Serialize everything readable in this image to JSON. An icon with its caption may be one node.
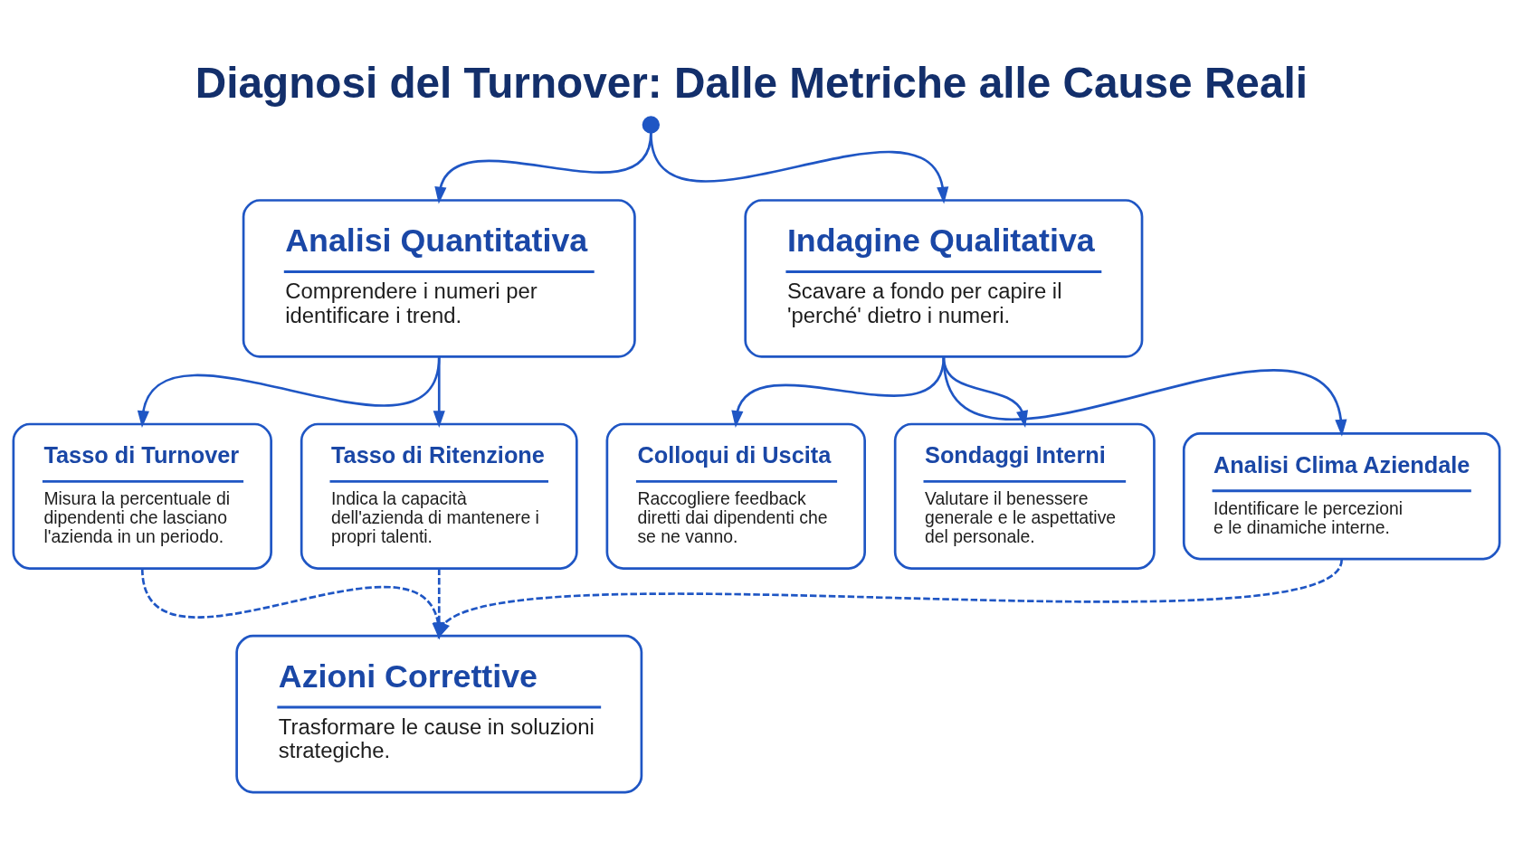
{
  "diagram": {
    "title": "Diagnosi del Turnover: Dalle Metriche alle Cause Reali",
    "nodes": [
      {
        "text": [],
        "shape": "circle"
      },
      {
        "text": [
          "Analisi Quantitativa",
          "Comprendere i numeri per identificare i trend."
        ]
      },
      {
        "text": [
          "Indagine Qualitativa",
          "Scavare a fondo per capire il 'perché' dietro i numeri."
        ]
      },
      {
        "text": [
          "Tasso di Turnover",
          "Misura la percentuale di dipendenti che lasciano l'azienda in un periodo."
        ]
      },
      {
        "text": [
          "Tasso di Ritenzione",
          "Indica la capacità dell'azienda di mantenere i propri talenti."
        ]
      },
      {
        "text": [
          "Colloqui di Uscita",
          "Raccogliere feedback diretti dai dipendenti che se ne vanno."
        ]
      },
      {
        "text": [
          "Sondaggi Interni",
          "Valutare il benessere generale e le aspettative del personale."
        ]
      },
      {
        "text": [
          "Analisi Clima Aziendale",
          "Identificare le percezioni e le dinamiche interne."
        ]
      },
      {
        "text": [
          "Azioni Correttive",
          "Trasformare le cause in soluzioni strategiche."
        ]
      }
    ],
    "edges": [
      {
        "from": 0,
        "to": 1,
        "arrow": "to"
      },
      {
        "from": 0,
        "to": 2,
        "arrow": "to"
      },
      {
        "from": 1,
        "to": 3,
        "arrow": "to"
      },
      {
        "from": 1,
        "to": 4,
        "arrow": "to"
      },
      {
        "from": 2,
        "to": 5,
        "arrow": "to"
      },
      {
        "from": 2,
        "to": 6,
        "arrow": "to"
      },
      {
        "from": 2,
        "to": 7,
        "arrow": "to"
      },
      {
        "from": 3,
        "to": 8,
        "arrow": "to",
        "style": "dashed"
      },
      {
        "from": 4,
        "to": 8,
        "arrow": "to",
        "style": "dashed"
      },
      {
        "from": 7,
        "to": 8,
        "arrow": "to",
        "style": "dashed"
      }
    ]
  }
}
